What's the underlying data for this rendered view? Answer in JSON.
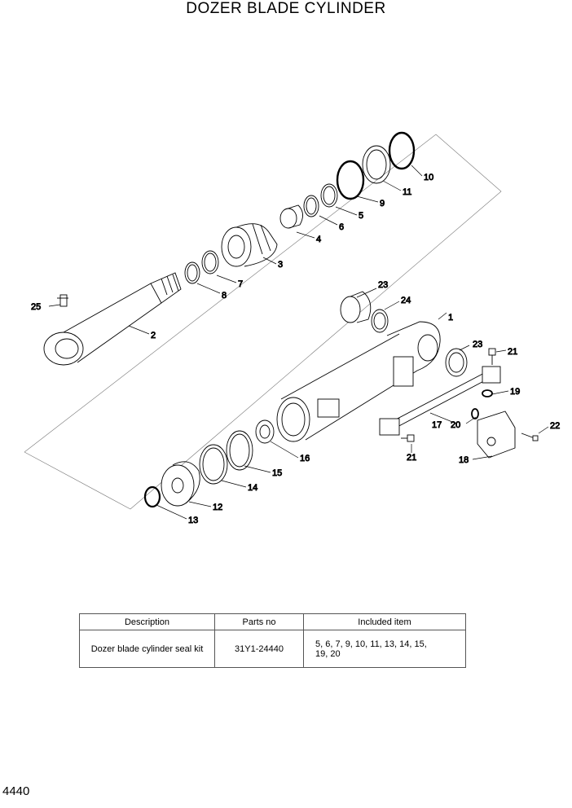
{
  "title": "DOZER BLADE CYLINDER",
  "callouts": {
    "c1": "1",
    "c2": "2",
    "c3": "3",
    "c4": "4",
    "c5": "5",
    "c6": "6",
    "c7": "7",
    "c8": "8",
    "c9": "9",
    "c10": "10",
    "c11": "11",
    "c12": "12",
    "c13": "13",
    "c14": "14",
    "c15": "15",
    "c16": "16",
    "c17": "17",
    "c18": "18",
    "c19": "19",
    "c20": "20",
    "c21a": "21",
    "c21b": "21",
    "c22": "22",
    "c23a": "23",
    "c23b": "23",
    "c24": "24",
    "c25": "25"
  },
  "table": {
    "headers": [
      "Description",
      "Parts no",
      "Included item"
    ],
    "rows": [
      {
        "description": "Dozer blade cylinder seal kit",
        "parts_no": "31Y1-24440",
        "included_line1": "5, 6, 7, 9, 10, 11, 13, 14, 15,",
        "included_line2": "19, 20"
      }
    ]
  },
  "page_number": "4440"
}
